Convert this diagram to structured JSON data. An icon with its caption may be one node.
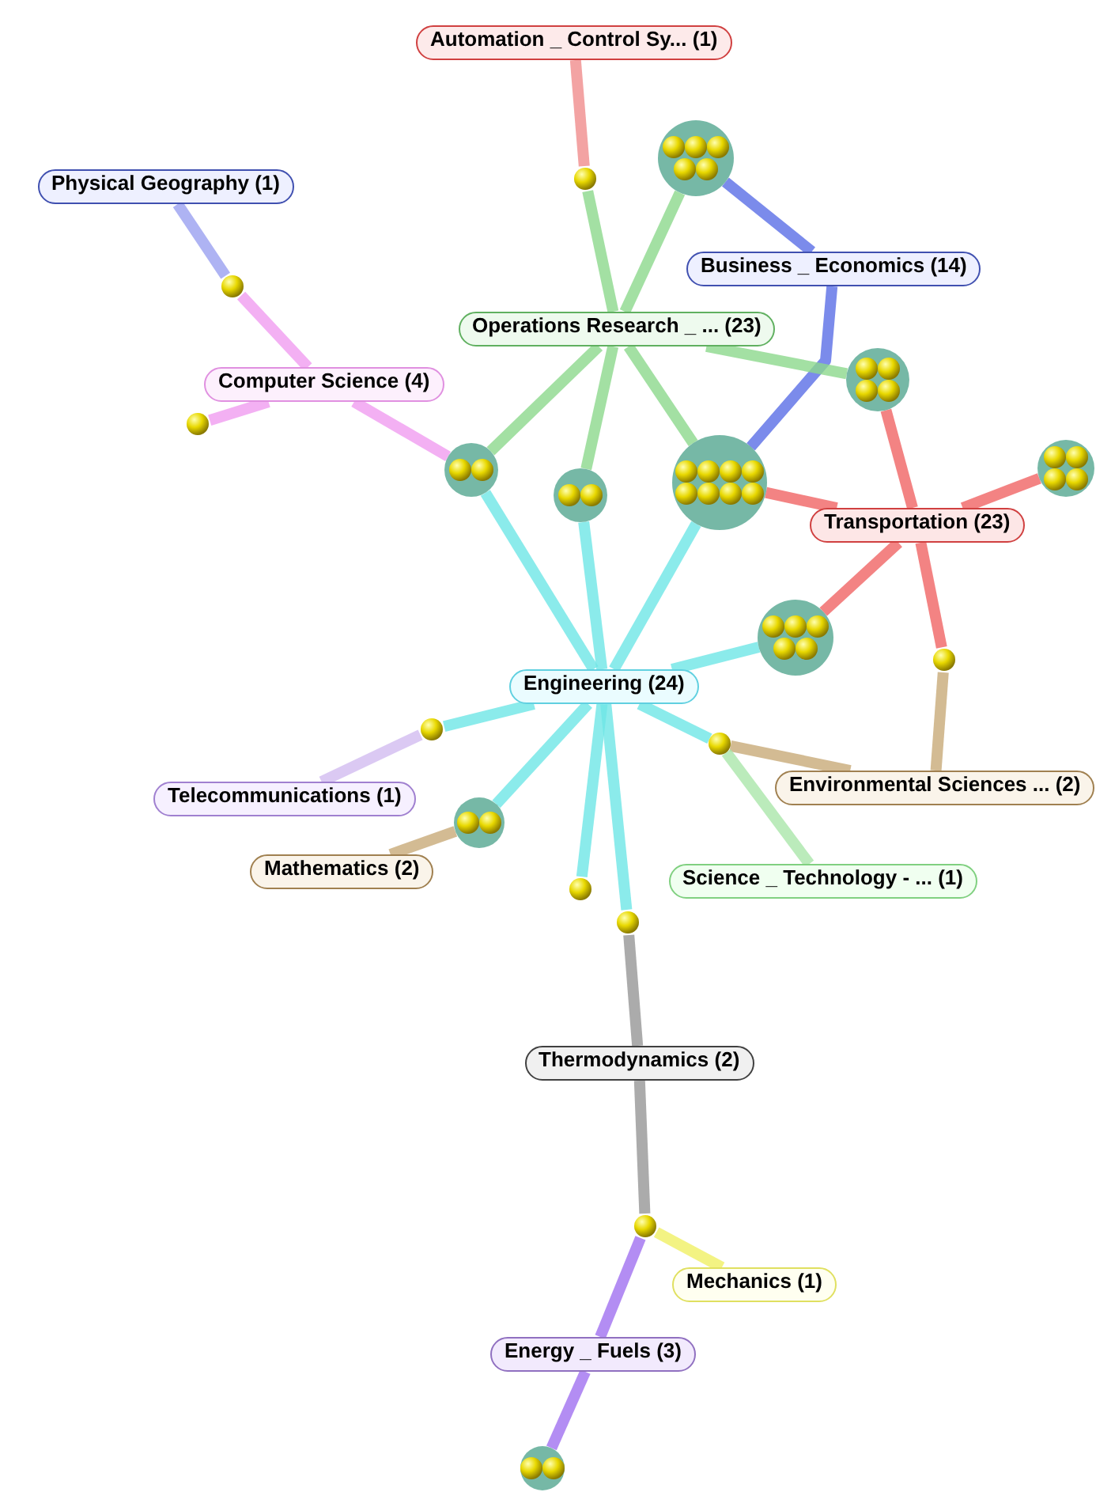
{
  "diagram": {
    "nodes": [
      {
        "text": [
          "Automation _ Control Sy... (1)"
        ]
      },
      {
        "text": [
          "Physical Geography (1)"
        ]
      },
      {
        "text": [
          "Business _ Economics (14)"
        ]
      },
      {
        "text": [
          "Operations Research _ ... (23)"
        ]
      },
      {
        "text": [
          "Computer Science (4)"
        ]
      },
      {
        "text": [
          "Transportation (23)"
        ]
      },
      {
        "text": [
          "Engineering (24)"
        ]
      },
      {
        "text": [
          "Telecommunications (1)"
        ]
      },
      {
        "text": [
          "Environmental Sciences ... (2)"
        ]
      },
      {
        "text": [
          "Mathematics (2)"
        ]
      },
      {
        "text": [
          "Science _ Technology - ... (1)"
        ]
      },
      {
        "text": [
          "Thermodynamics (2)"
        ]
      },
      {
        "text": [
          "Mechanics (1)"
        ]
      },
      {
        "text": [
          "Energy _ Fuels (3)"
        ]
      },
      {
        "text": [],
        "shape": "circle"
      },
      {
        "text": [],
        "shape": "circle"
      },
      {
        "text": [],
        "shape": "circle"
      },
      {
        "text": [],
        "shape": "circle"
      },
      {
        "text": [],
        "shape": "circle"
      },
      {
        "text": [],
        "shape": "circle"
      },
      {
        "text": [],
        "shape": "circle"
      },
      {
        "text": [],
        "shape": "circle"
      },
      {
        "text": [],
        "shape": "circle"
      },
      {
        "text": [],
        "shape": "circle"
      },
      {
        "text": [],
        "shape": "circle"
      },
      {
        "text": [],
        "shape": "circle"
      },
      {
        "text": [],
        "shape": "circle"
      },
      {
        "text": [],
        "shape": "circle"
      },
      {
        "text": [],
        "shape": "circle"
      },
      {
        "text": [],
        "shape": "circle"
      },
      {
        "text": [],
        "shape": "circle"
      },
      {
        "text": [],
        "shape": "circle"
      }
    ],
    "edges": [
      {
        "from": 0,
        "to": 14,
        "arrow": "none",
        "color": "#f08c8c"
      },
      {
        "from": 1,
        "to": 16,
        "arrow": "none",
        "color": "#9aa0f0"
      },
      {
        "from": 2,
        "to": 15,
        "arrow": "none",
        "color": "#5a6ee6"
      },
      {
        "from": 2,
        "to": 21,
        "arrow": "none",
        "color": "#5a6ee6"
      },
      {
        "from": 3,
        "to": 14,
        "arrow": "none",
        "color": "#8cd88c"
      },
      {
        "from": 3,
        "to": 15,
        "arrow": "none",
        "color": "#8cd88c"
      },
      {
        "from": 3,
        "to": 18,
        "arrow": "none",
        "color": "#8cd88c"
      },
      {
        "from": 3,
        "to": 19,
        "arrow": "none",
        "color": "#8cd88c"
      },
      {
        "from": 3,
        "to": 20,
        "arrow": "none",
        "color": "#8cd88c"
      },
      {
        "from": 3,
        "to": 21,
        "arrow": "none",
        "color": "#8cd88c"
      },
      {
        "from": 4,
        "to": 16,
        "arrow": "none",
        "color": "#f09cf0"
      },
      {
        "from": 4,
        "to": 17,
        "arrow": "none",
        "color": "#f09cf0"
      },
      {
        "from": 4,
        "to": 19,
        "arrow": "none",
        "color": "#f09cf0"
      },
      {
        "from": 5,
        "to": 18,
        "arrow": "none",
        "color": "#f06464"
      },
      {
        "from": 5,
        "to": 21,
        "arrow": "none",
        "color": "#f06464"
      },
      {
        "from": 5,
        "to": 22,
        "arrow": "none",
        "color": "#f06464"
      },
      {
        "from": 5,
        "to": 23,
        "arrow": "none",
        "color": "#f06464"
      },
      {
        "from": 5,
        "to": 24,
        "arrow": "none",
        "color": "#f06464"
      },
      {
        "from": 6,
        "to": 19,
        "arrow": "none",
        "color": "#6ee6e6"
      },
      {
        "from": 6,
        "to": 20,
        "arrow": "none",
        "color": "#6ee6e6"
      },
      {
        "from": 6,
        "to": 21,
        "arrow": "none",
        "color": "#6ee6e6"
      },
      {
        "from": 6,
        "to": 23,
        "arrow": "none",
        "color": "#6ee6e6"
      },
      {
        "from": 6,
        "to": 25,
        "arrow": "none",
        "color": "#6ee6e6"
      },
      {
        "from": 6,
        "to": 26,
        "arrow": "none",
        "color": "#6ee6e6"
      },
      {
        "from": 6,
        "to": 28,
        "arrow": "none",
        "color": "#6ee6e6"
      },
      {
        "from": 6,
        "to": 29,
        "arrow": "none",
        "color": "#6ee6e6"
      },
      {
        "from": 6,
        "to": 27,
        "arrow": "none",
        "color": "#6ee6e6"
      },
      {
        "from": 7,
        "to": 25,
        "arrow": "none",
        "color": "#d2bcf0"
      },
      {
        "from": 8,
        "to": 24,
        "arrow": "none",
        "color": "#c8aa78"
      },
      {
        "from": 8,
        "to": 27,
        "arrow": "none",
        "color": "#c8aa78"
      },
      {
        "from": 9,
        "to": 26,
        "arrow": "none",
        "color": "#c8aa78"
      },
      {
        "from": 10,
        "to": 27,
        "arrow": "none",
        "color": "#aae6aa"
      },
      {
        "from": 11,
        "to": 29,
        "arrow": "none",
        "color": "#969696"
      },
      {
        "from": 11,
        "to": 30,
        "arrow": "none",
        "color": "#969696"
      },
      {
        "from": 12,
        "to": 30,
        "arrow": "none",
        "color": "#f0f064"
      },
      {
        "from": 13,
        "to": 30,
        "arrow": "none",
        "color": "#a070f0"
      },
      {
        "from": 13,
        "to": 31,
        "arrow": "none",
        "color": "#a070f0"
      }
    ]
  }
}
